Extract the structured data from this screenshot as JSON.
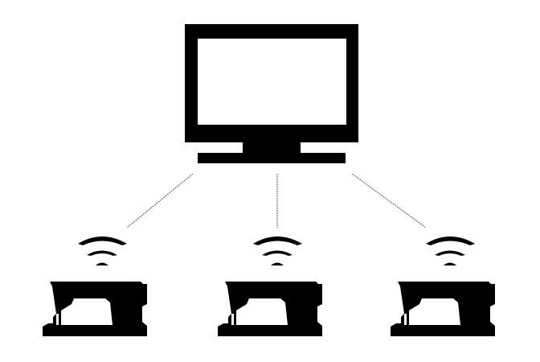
{
  "diagram": {
    "nodes": [
      {
        "id": "computer",
        "icon": "monitor-icon"
      },
      {
        "id": "machine-1",
        "icon": "sewing-machine-icon",
        "wireless": true
      },
      {
        "id": "machine-2",
        "icon": "sewing-machine-icon",
        "wireless": true
      },
      {
        "id": "machine-3",
        "icon": "sewing-machine-icon",
        "wireless": true
      }
    ],
    "edges": [
      {
        "from": "computer",
        "to": "machine-1",
        "style": "dotted"
      },
      {
        "from": "computer",
        "to": "machine-2",
        "style": "dotted"
      },
      {
        "from": "computer",
        "to": "machine-3",
        "style": "dotted"
      }
    ],
    "colors": {
      "icon": "#000000",
      "connector": "#555555",
      "background": "#ffffff"
    }
  }
}
